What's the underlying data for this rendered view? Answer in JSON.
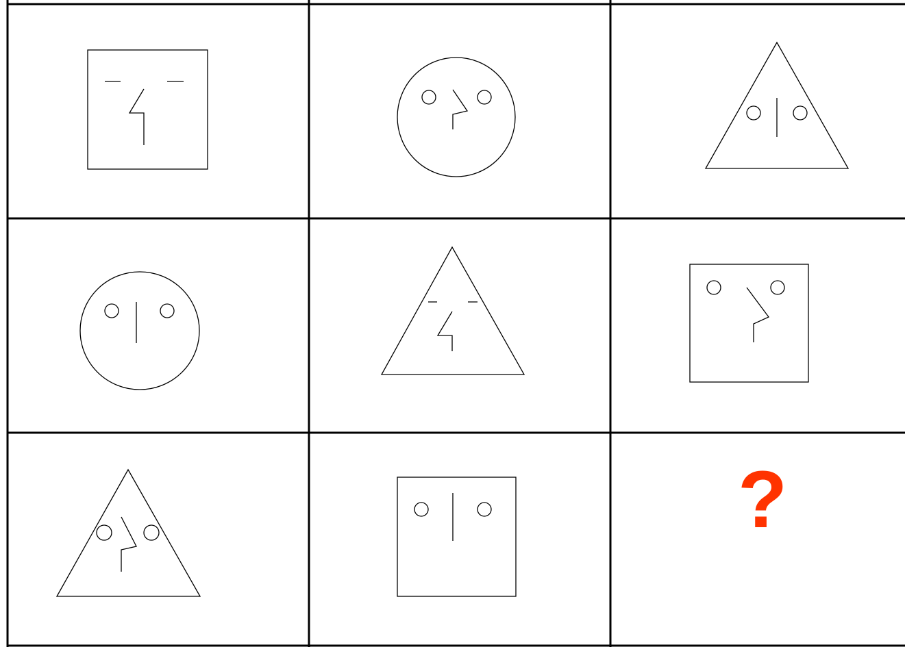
{
  "puzzle": {
    "rows": 3,
    "columns": 3,
    "colors": {
      "background": "#ffffff",
      "grid_lines": "#000000",
      "drawings": "#000000",
      "question_mark": "#ff3300"
    },
    "cells": [
      {
        "row": 1,
        "column": 1,
        "outline": "square",
        "eyes": "dashes",
        "nose": "zigzag"
      },
      {
        "row": 1,
        "column": 2,
        "outline": "circle",
        "eyes": "circles",
        "nose": "hook"
      },
      {
        "row": 1,
        "column": 3,
        "outline": "triangle",
        "eyes": "circles",
        "nose": "straight-line"
      },
      {
        "row": 2,
        "column": 1,
        "outline": "circle",
        "eyes": "circles",
        "nose": "straight-line"
      },
      {
        "row": 2,
        "column": 2,
        "outline": "triangle",
        "eyes": "dashes",
        "nose": "zigzag"
      },
      {
        "row": 2,
        "column": 3,
        "outline": "square",
        "eyes": "circles",
        "nose": "hook"
      },
      {
        "row": 3,
        "column": 1,
        "outline": "triangle",
        "eyes": "circles",
        "nose": "hook"
      },
      {
        "row": 3,
        "column": 2,
        "outline": "square",
        "eyes": "circles",
        "nose": "straight-line"
      },
      {
        "row": 3,
        "column": 3,
        "missing": true,
        "label": "?"
      }
    ]
  }
}
